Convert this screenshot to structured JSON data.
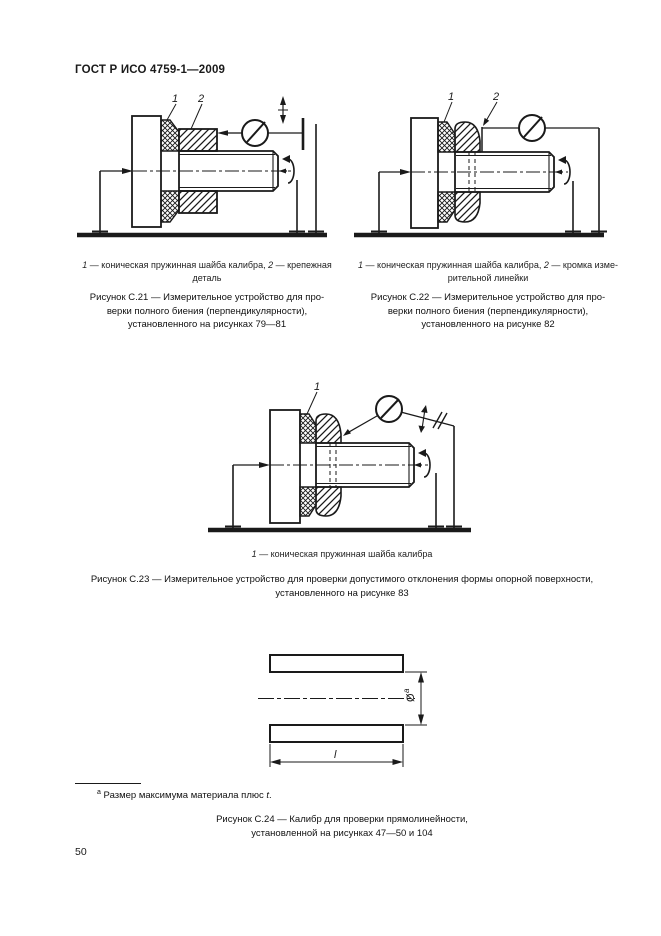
{
  "header": {
    "title": "ГОСТ Р ИСО 4759-1—2009"
  },
  "page_number": "50",
  "fig21": {
    "part_labels": {
      "l1": "1",
      "l2": "2"
    },
    "legend": {
      "num1": "1",
      "text1": "— коническая пружинная шайба калибра,",
      "num2": "2",
      "text2": "— крепежная",
      "line2": "деталь"
    },
    "caption": [
      "Рисунок С.21 — Измерительное устройство для про-",
      "верки полного биения (перпендикулярности),",
      "установленного на рисунках 79—81"
    ]
  },
  "fig22": {
    "part_labels": {
      "l1": "1",
      "l2": "2"
    },
    "legend": {
      "num1": "1",
      "text1": "— коническая пружинная шайба калибра,",
      "num2": "2",
      "text2": "— кромка изме-",
      "line2": "рительной линейки"
    },
    "caption": [
      "Рисунок С.22 — Измерительное устройство для про-",
      "верки полного биения (перпендикулярности),",
      "установленного на рисунке 82"
    ]
  },
  "fig23": {
    "part_labels": {
      "l1": "1"
    },
    "legend": {
      "num1": "1",
      "text1": "— коническая пружинная шайба калибра"
    },
    "caption": [
      "Рисунок С.23 — Измерительное устройство для проверки допустимого отклонения формы опорной поверхности,",
      "установленного на рисунке 83"
    ]
  },
  "fig24": {
    "dims": {
      "diameter": "Ø",
      "diameter_note": "a",
      "length": "l"
    },
    "footnote": {
      "marker": "a",
      "text": "Размер максимума материала плюс",
      "variable": "t",
      "period": "."
    },
    "caption": [
      "Рисунок С.24 — Калибр для проверки прямолинейности,",
      "установленной на рисунках 47—50 и 104"
    ]
  }
}
